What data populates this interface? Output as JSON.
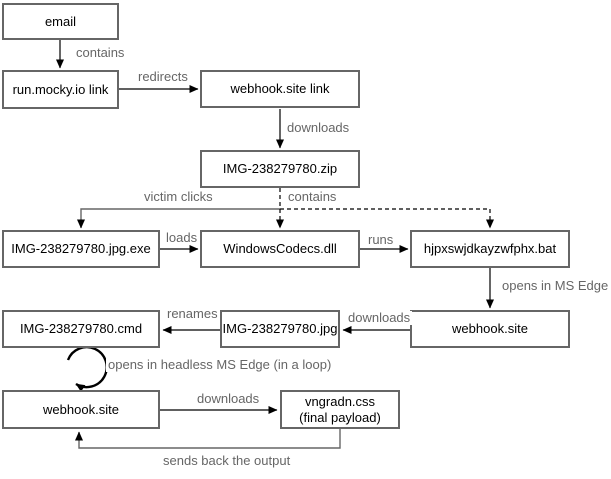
{
  "diagram": {
    "title": "malware infection chain flowchart",
    "colors": {
      "background": "#ffffff",
      "box_border": "#666666",
      "box_fill": "#ffffff",
      "node_text": "#000000",
      "edge_label_text": "#666666",
      "edge_line": "#000000",
      "routed_edge_line": "#666666",
      "dashed_edge_line": "#000000"
    },
    "nodes": {
      "email": "email",
      "mocky": "run.mocky.io link",
      "webhook_link": "webhook.site link",
      "zip": "IMG-238279780.zip",
      "jpg_exe": "IMG-238279780.jpg.exe",
      "dll": "WindowsCodecs.dll",
      "bat": "hjpxswjdkayzwfphx.bat",
      "webhook_mid": "webhook.site",
      "jpg": "IMG-238279780.jpg",
      "cmd": "IMG-238279780.cmd",
      "webhook_bottom": "webhook.site",
      "payload_line1": "vngradn.css",
      "payload_line2": "(final payload)"
    },
    "edge_labels": {
      "contains_top": "contains",
      "redirects": "redirects",
      "downloads_zip": "downloads",
      "victim_clicks": "victim clicks",
      "contains_zip": "contains",
      "loads": "loads",
      "runs": "runs",
      "opens_ms_edge": "opens in MS Edge",
      "downloads_jpg": "downloads",
      "renames": "renames",
      "loop": "opens in headless MS Edge (in a loop)",
      "downloads_css": "downloads",
      "sends_back": "sends back the output"
    }
  }
}
